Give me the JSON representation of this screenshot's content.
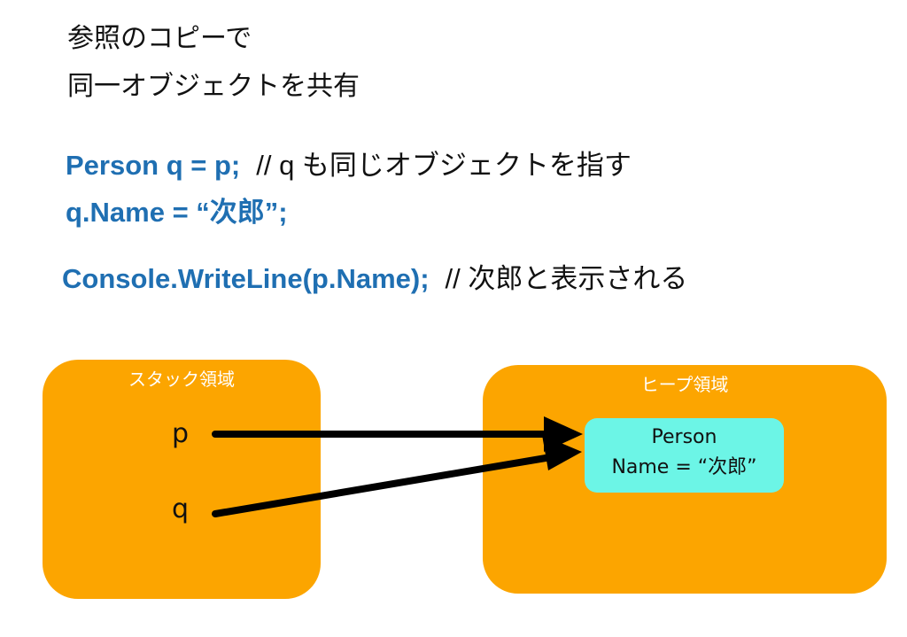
{
  "heading": {
    "line1": "参照のコピーで",
    "line2": "同一オブジェクトを共有"
  },
  "code": {
    "line1": "Person q = p;",
    "line1_comment": "// q も同じオブジェクトを指す",
    "line2": "q.Name = “次郎”;",
    "line3": "Console.WriteLine(p.Name);",
    "line3_comment": "// 次郎と表示される"
  },
  "diagram": {
    "stack": {
      "label": "スタック領域",
      "vars": [
        "p",
        "q"
      ]
    },
    "heap": {
      "label": "ヒープ領域",
      "object": {
        "class_name": "Person",
        "field": "Name = “次郎”"
      }
    },
    "references": [
      {
        "from": "p",
        "to": "Person"
      },
      {
        "from": "q",
        "to": "Person"
      }
    ]
  },
  "colors": {
    "region_fill": "#fca500",
    "object_fill": "#6cf5e6",
    "code_blue": "#1f6fb2",
    "arrow": "#000000"
  }
}
